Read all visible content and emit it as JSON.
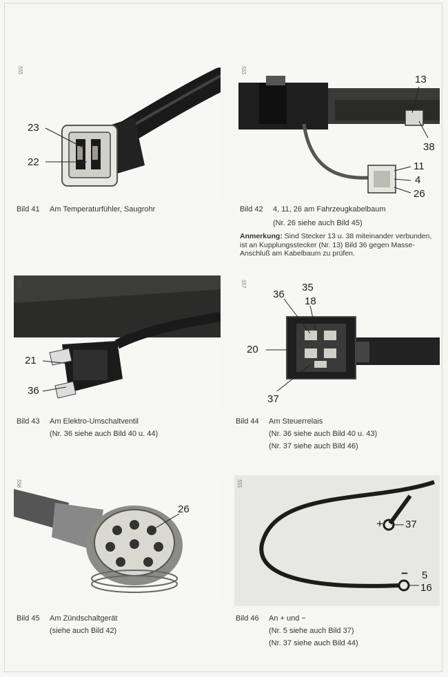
{
  "figures": [
    {
      "id": "fig41",
      "side_code": "555",
      "callouts": [
        "23",
        "22"
      ],
      "caption": {
        "number": "Bild 41",
        "text": "Am Temperaturfühler, Saugrohr",
        "lines": []
      }
    },
    {
      "id": "fig42",
      "side_code": "555",
      "callouts": [
        "13",
        "38",
        "11",
        "4",
        "26"
      ],
      "caption": {
        "number": "Bild 42",
        "text": "4, 11, 26 am Fahrzeugkabelbaum",
        "lines": [
          "(Nr. 26 siehe auch Bild 45)"
        ]
      }
    },
    {
      "id": "fig43",
      "side_code": "555",
      "callouts": [
        "21",
        "36"
      ],
      "caption": {
        "number": "Bild 43",
        "text": "Am Elektro-Umschaltventil",
        "lines": [
          "(Nr. 36 siehe auch Bild 40 u. 44)"
        ]
      }
    },
    {
      "id": "fig44",
      "side_code": "557",
      "callouts": [
        "35",
        "36",
        "18",
        "20",
        "37"
      ],
      "caption": {
        "number": "Bild 44",
        "text": "Am Steuerrelais",
        "lines": [
          "(Nr. 36 siehe auch Bild 40 u. 43)",
          "(Nr. 37 siehe auch Bild 46)"
        ]
      }
    },
    {
      "id": "fig45",
      "side_code": "556",
      "callouts": [
        "26"
      ],
      "caption": {
        "number": "Bild 45",
        "text": "Am Zündschaltgerät",
        "lines": [
          "(siehe auch Bild 42)"
        ]
      }
    },
    {
      "id": "fig46",
      "side_code": "555",
      "callouts": [
        "+",
        "37",
        "−",
        "5",
        "16"
      ],
      "caption": {
        "number": "Bild 46",
        "text": "An + und −",
        "lines": [
          "(Nr. 5 siehe auch Bild 37)",
          "(Nr. 37 siehe auch Bild 44)"
        ]
      }
    }
  ],
  "note": {
    "label": "Anmerkung:",
    "text": "Sind Stecker 13 u. 38 miteinander verbunden, ist an Kupplungsstecker (Nr. 13) Bild 36 gegen Masse-Anschluß am Kabelbaum zu prüfen."
  }
}
